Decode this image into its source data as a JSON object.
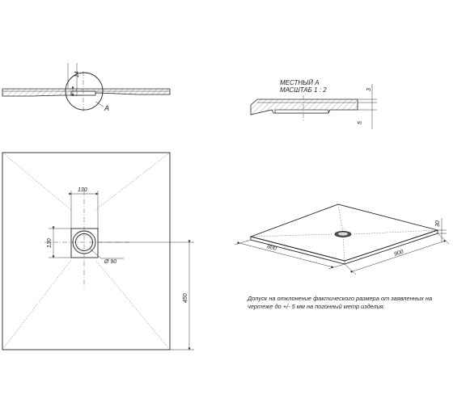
{
  "side_section": {
    "dim_thickness": "14",
    "callout_label": "А"
  },
  "detail_view": {
    "title_line1": "МЕСТНЫЙ А",
    "title_line2": "МАСШТАБ 1 : 2",
    "dim_top": "3",
    "dim_bottom": "5"
  },
  "top_view": {
    "dim_drain_width": "130",
    "dim_drain_height": "130",
    "dim_diameter": "Ø 90",
    "dim_offset": "450"
  },
  "iso_view": {
    "dim_length_a": "800",
    "dim_length_b": "900",
    "dim_height": "30"
  },
  "tolerance_note": "Допуск на отклонение фактического размера от заявленных на чертеже до +/- 5 мм на погонный метр изделия."
}
